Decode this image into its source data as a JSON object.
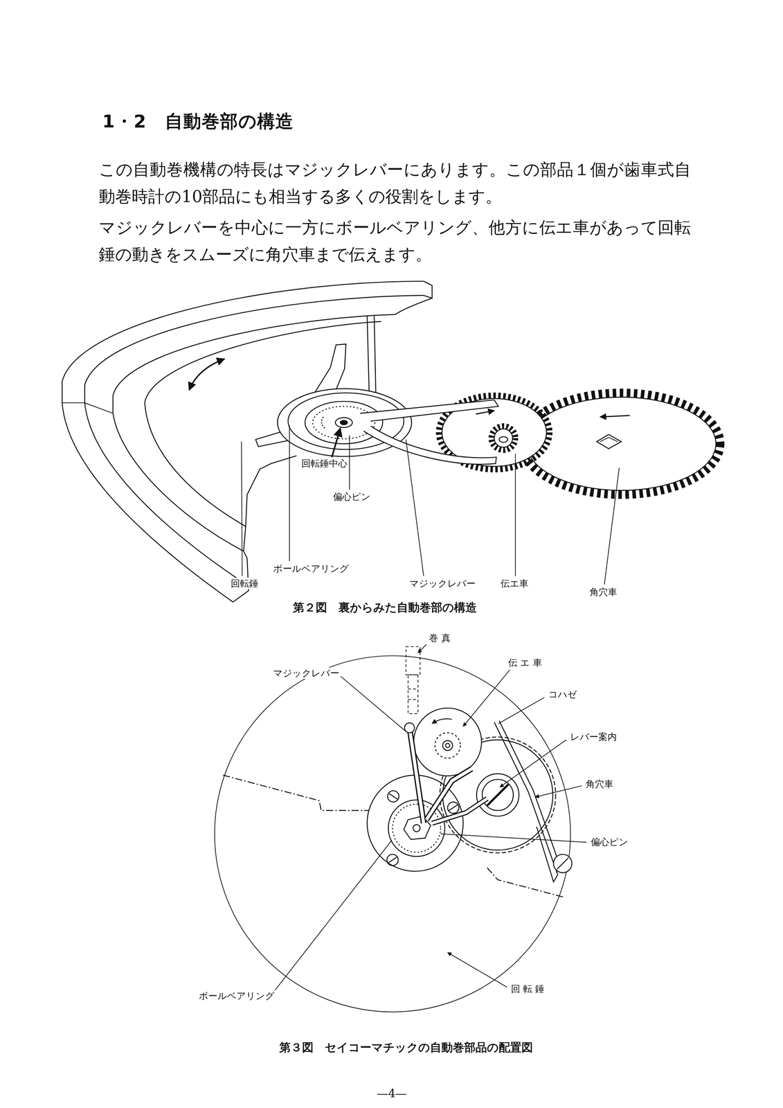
{
  "diagram": {
    "title": "1・2　自動巻部の構造",
    "labels": [
      "この自動巻機構の特長はマジックレバーにあります。この部品１個が歯車式自動巻時計の10部品にも相当する多くの役割をします。",
      "マジックレバーを中心に一方にボールベアリング、他方に伝エ車があって回転錘の動きをスムーズに角穴車まで伝えます。",
      "回転錘中心",
      "偏心ピン",
      "回転錘",
      "ボールベアリング",
      "マジックレバー",
      "伝エ車",
      "角穴車",
      "第２図　裏からみた自動巻部の構造",
      "巻 真",
      "伝 エ 車",
      "マジックレバー",
      "コハゼ",
      "レバー案内",
      "角穴車",
      "偏心ピン",
      "ボールベアリング",
      "回 転 錘",
      "第３図　セイコーマチックの自動巻部品の配置図",
      "—4—"
    ]
  }
}
